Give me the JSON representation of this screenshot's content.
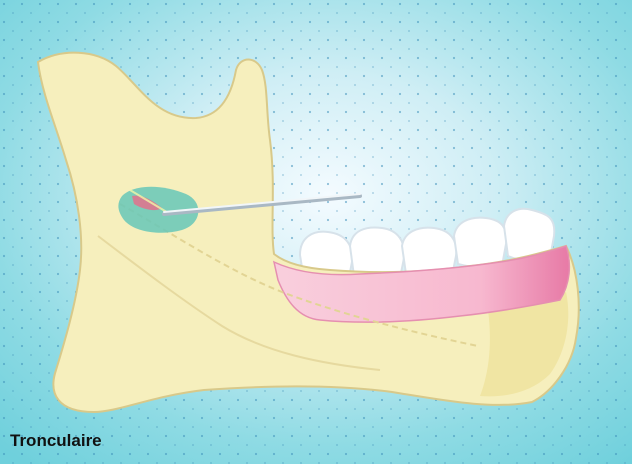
{
  "caption": "Tronculaire",
  "colors": {
    "background_edge": "#6fd0dc",
    "background_center": "#f4fbff",
    "bone": "#f6efbd",
    "bone_shadow": "#efe3a0",
    "bone_outline": "#d8c98a",
    "gum": "#f7b8cf",
    "gum_dark": "#e77aa6",
    "teeth": "#ffffff",
    "teeth_outline": "#d7e2ea",
    "needle": "#e8eef2",
    "anesthetic": "#66c7b9",
    "anesthetic_highlight": "#e86c8a",
    "caption_text": "#111111"
  },
  "icons": {
    "jaw": "mandible-illustration",
    "needle": "syringe-needle",
    "injection_site": "anesthetic-deposit"
  }
}
